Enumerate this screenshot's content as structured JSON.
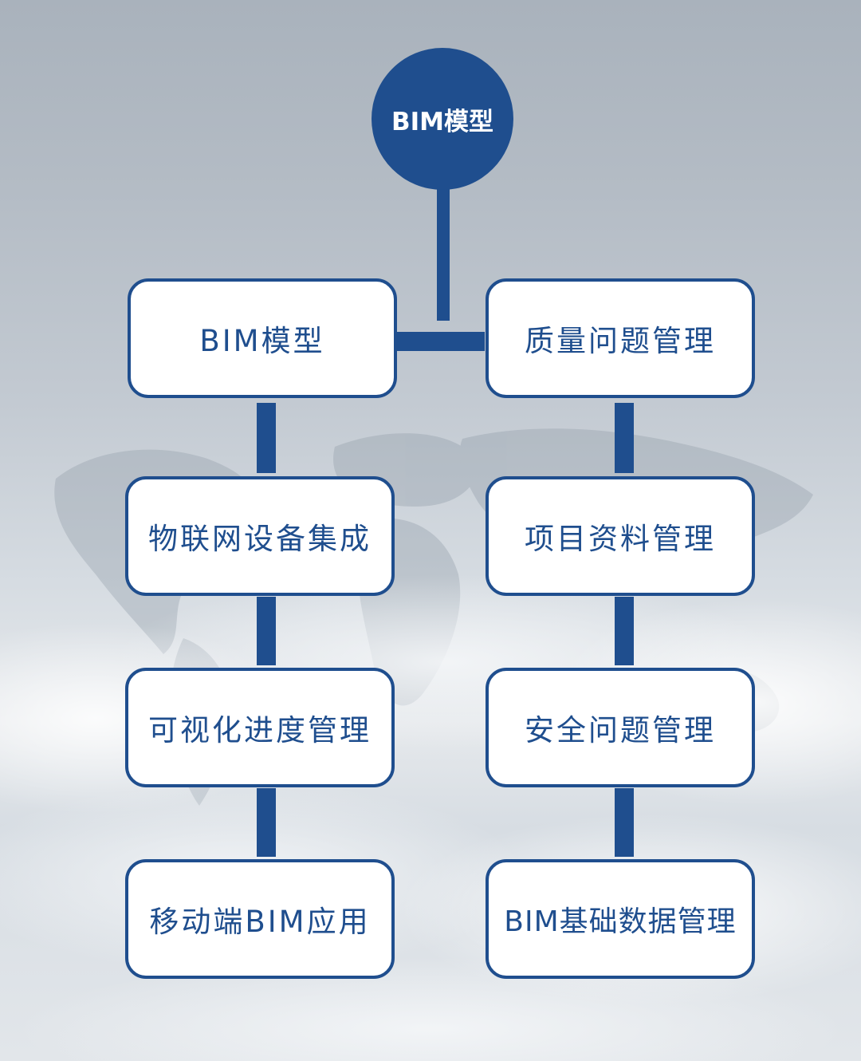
{
  "diagram": {
    "root": {
      "label": "BIM模型"
    },
    "left_column": [
      {
        "label": "BIM模型"
      },
      {
        "label": "物联网设备集成"
      },
      {
        "label": "可视化进度管理"
      },
      {
        "label": "移动端BIM应用"
      }
    ],
    "right_column": [
      {
        "label": "质量问题管理"
      },
      {
        "label": "项目资料管理"
      },
      {
        "label": "安全问题管理"
      },
      {
        "label": "BIM基础数据管理"
      }
    ],
    "colors": {
      "primary": "#1f4e8e",
      "node_fill": "#ffffff",
      "root_text": "#ffffff"
    }
  }
}
